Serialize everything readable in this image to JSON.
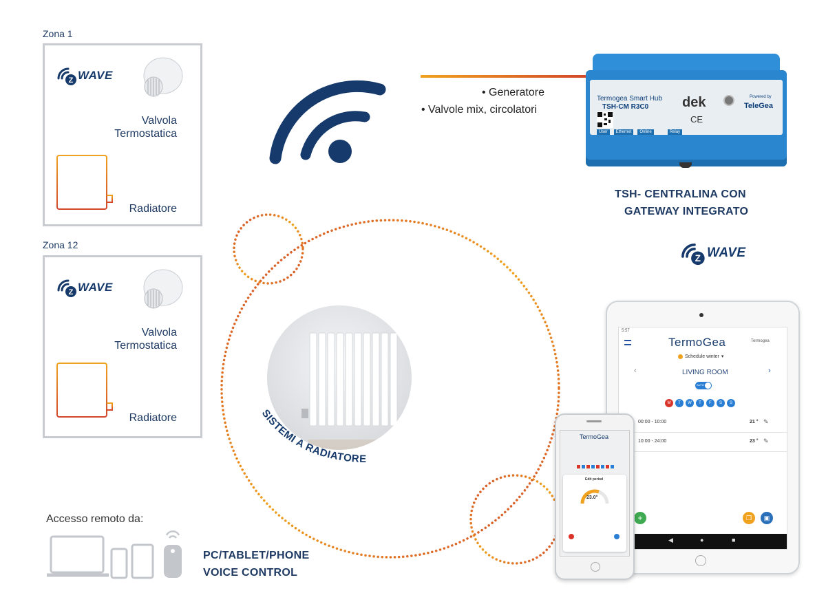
{
  "zones": [
    {
      "label": "Zona 1",
      "brand": "WAVE",
      "valve_label": "Valvola Termostatica",
      "radiator_label": "Radiatore"
    },
    {
      "label": "Zona 12",
      "brand": "WAVE",
      "valve_label": "Valvola Termostatica",
      "radiator_label": "Radiatore"
    }
  ],
  "hub": {
    "brand_name": "Termogea Smart Hub",
    "model": "TSH-CM R3C0",
    "maker": "dek",
    "ce_mark": "CE",
    "powered_by": "Powered by",
    "powered_brand": "TeleGea",
    "caption_line1": "TSH- CENTRALINA CON",
    "caption_line2": "GATEWAY INTEGRATO",
    "bottom_labels": [
      "User",
      "Ethernet",
      "Online",
      "Relay"
    ],
    "right_zwave_brand": "WAVE"
  },
  "outputs": [
    "Generatore",
    "Valvole mix, circolatori"
  ],
  "center": {
    "caption": "SISTEMI A RADIATORE"
  },
  "remote": {
    "label": "Accesso remoto da:",
    "caption_line1": "PC/TABLET/PHONE",
    "caption_line2": "VOICE CONTROL"
  },
  "tablet_app": {
    "status_time": "5:57",
    "app_name": "TermoGea",
    "account": "Termogea",
    "schedule": "Schedule winter",
    "room": "LIVING ROOM",
    "mode": "AUTO",
    "days": [
      "M",
      "T",
      "W",
      "T",
      "F",
      "S",
      "S"
    ],
    "rows": [
      {
        "time": "00:00 - 10:00",
        "temp": "21 °"
      },
      {
        "time": "10:00 - 24:00",
        "temp": "23 °"
      }
    ]
  },
  "phone_app": {
    "app_name": "TermoGea",
    "modal_title": "Edit period",
    "temp": "23.0°"
  },
  "colors": {
    "navy": "#163a6b",
    "orange": "#f0a21e",
    "red": "#d2462a",
    "blue_hub": "#2f8fd8"
  }
}
